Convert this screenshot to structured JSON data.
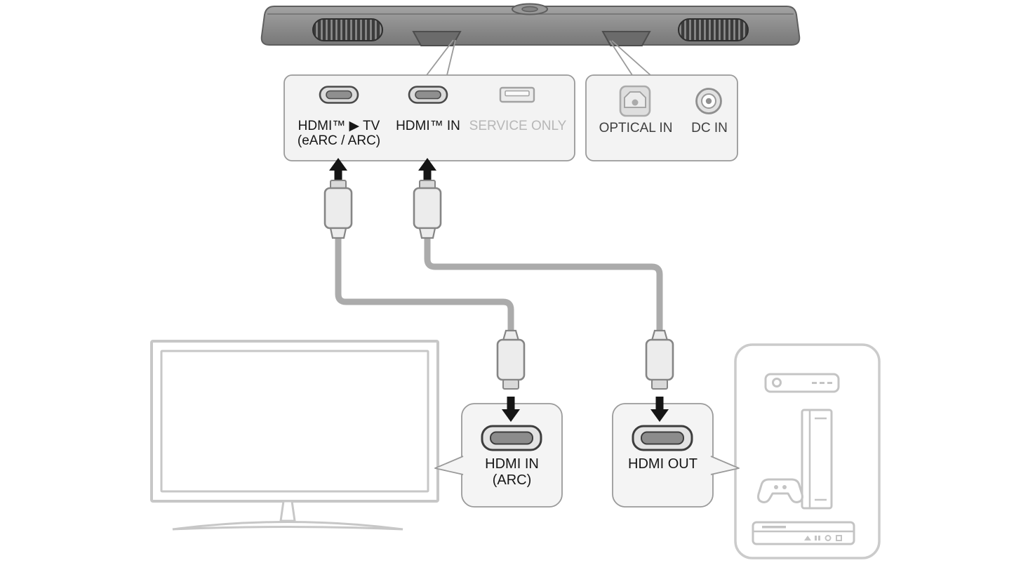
{
  "panels": {
    "left": {
      "ports": [
        {
          "name": "hdmi-tv-earc-arc",
          "label1": "HDMI™ ▶ TV",
          "label2": "(eARC / ARC)"
        },
        {
          "name": "hdmi-in",
          "label1": "HDMI™ IN"
        },
        {
          "name": "usb-service",
          "label1": "SERVICE ONLY"
        }
      ]
    },
    "right": {
      "ports": [
        {
          "name": "optical-in",
          "label1": "OPTICAL IN"
        },
        {
          "name": "dc-in",
          "label1": "DC IN"
        }
      ]
    }
  },
  "callouts": {
    "tv": {
      "label1": "HDMI IN",
      "label2": "(ARC)"
    },
    "device": {
      "label1": "HDMI OUT"
    }
  },
  "icons": {
    "hdmi-port-icon": "rounded hdmi slot",
    "usb-port-icon": "rectangular usb slot",
    "optical-port-icon": "square toslink socket",
    "dc-in-jack-icon": "concentric circle jack",
    "arrow-up-icon": "▲",
    "arrow-down-icon": "▼",
    "hdmi-connector-icon": "hdmi cable plug",
    "tv-icon": "tv outline",
    "set-top-box-icon": "set-top box outline",
    "game-console-icon": "game console outline",
    "gamepad-icon": "gamepad outline",
    "dvd-player-icon": "disc player outline"
  },
  "colors": {
    "soundbar_body": "#8f8f8f",
    "soundbar_grille": "#3b3b3b",
    "panel_bg": "#f3f3f3",
    "panel_border": "#9a9a9a",
    "cable": "#ababab",
    "arrow": "#151515",
    "tv_outline": "#c7c7c7",
    "device_outline": "#c4c4c4",
    "text": "#161616",
    "muted_text": "#b7b7b7"
  }
}
